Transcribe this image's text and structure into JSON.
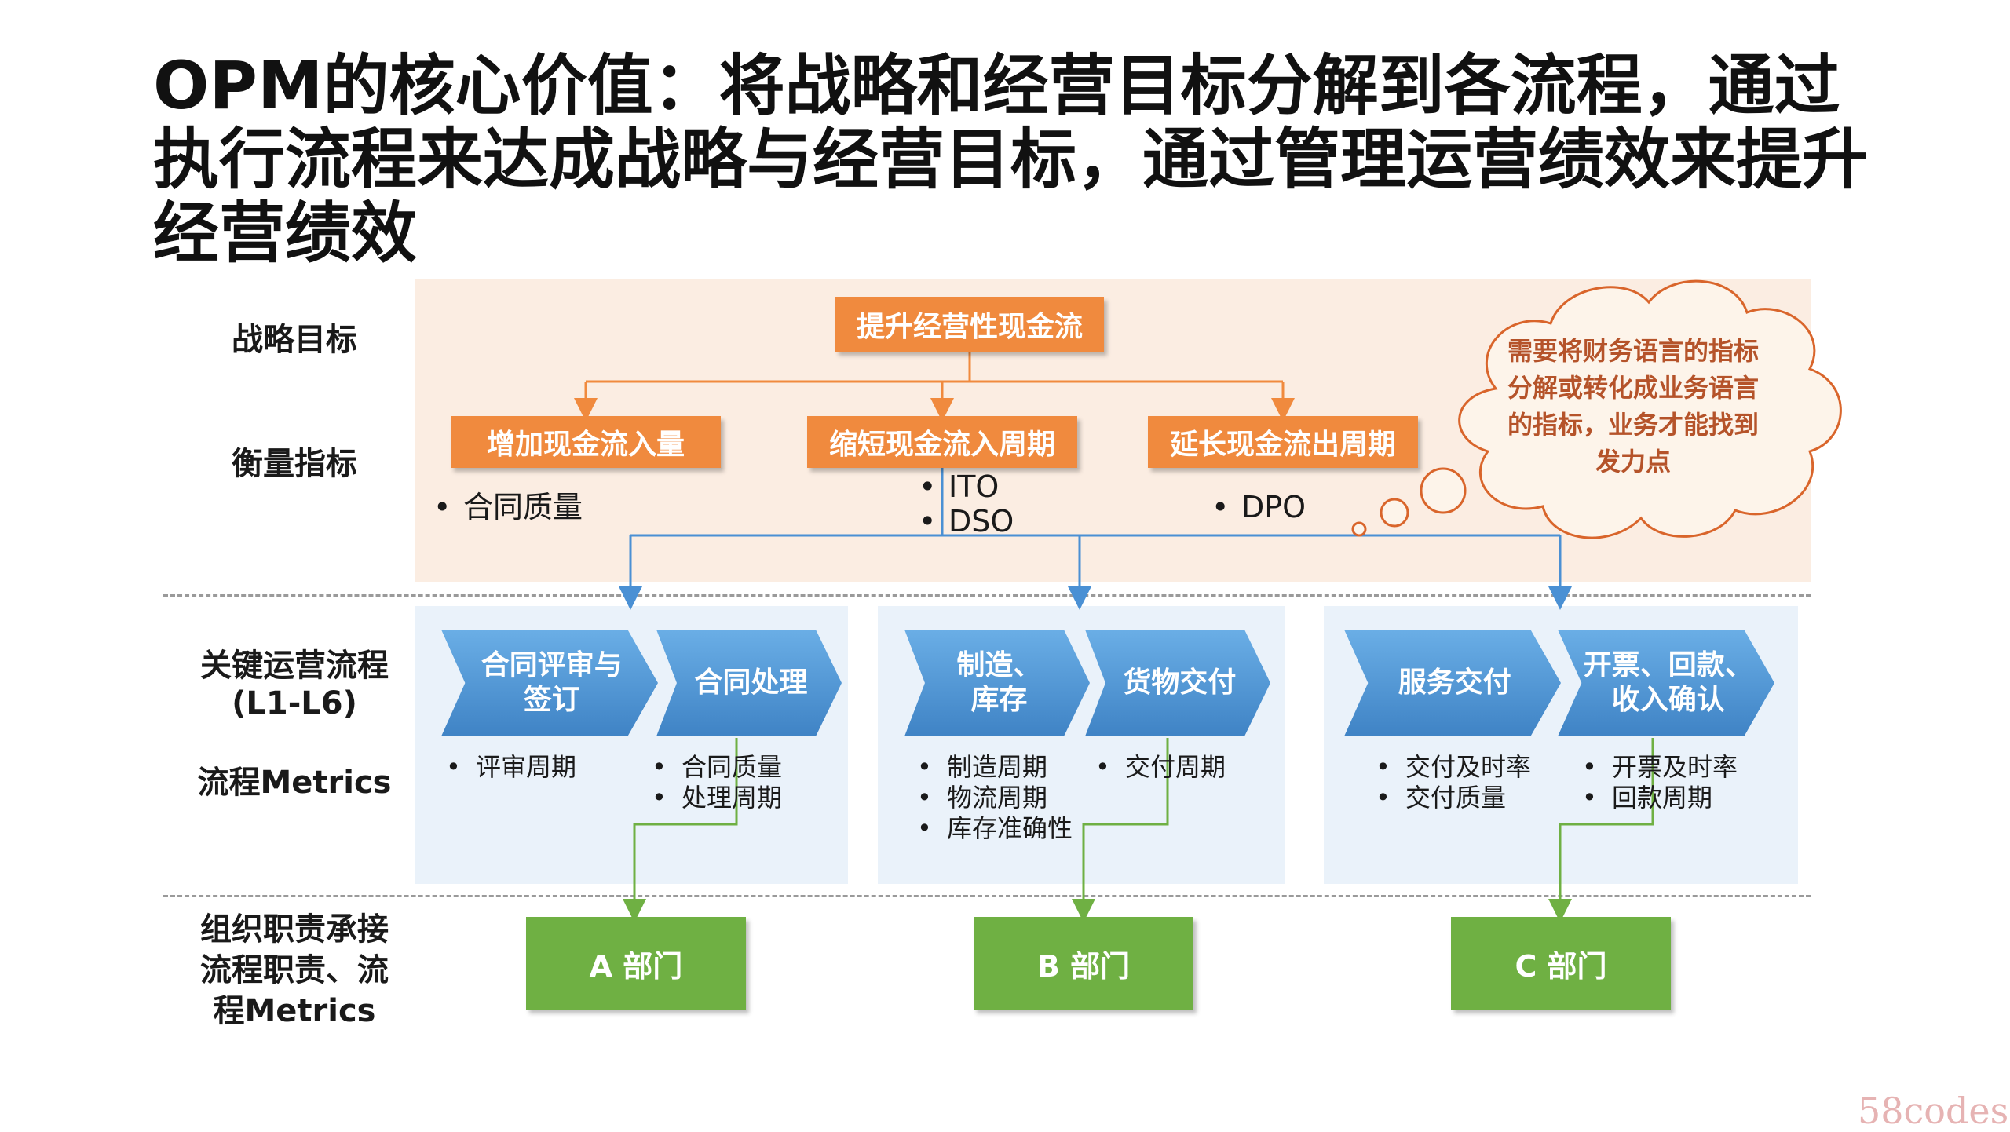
{
  "title": "OPM的核心价值：将战略和经营目标分解到各流程，通过执行流程来达成战略与经营目标，通过管理运营绩效来提升经营绩效",
  "row_labels": {
    "strategy": "战略目标",
    "measure": "衡量指标",
    "process": "关键运营流程\n(L1-L6)",
    "metrics": "流程Metrics",
    "org": "组织职责承接\n流程职责、流\n程Metrics"
  },
  "strategy_goal": "提升经营性现金流",
  "measures": [
    {
      "label": "增加现金流入量",
      "bullets": [
        "合同质量"
      ]
    },
    {
      "label": "缩短现金流入周期",
      "bullets": [
        "ITO",
        "DSO"
      ]
    },
    {
      "label": "延长现金流出周期",
      "bullets": [
        "DPO"
      ]
    }
  ],
  "cloud_text": "需要将财务语言的指标分解或转化成业务语言的指标，业务才能找到发力点",
  "process_groups": [
    {
      "processes": [
        {
          "label": "合同评审与\n签订",
          "metrics": [
            "评审周期"
          ]
        },
        {
          "label": "合同处理",
          "metrics": [
            "合同质量",
            "处理周期"
          ]
        }
      ]
    },
    {
      "processes": [
        {
          "label": "制造、\n库存",
          "metrics": [
            "制造周期",
            "物流周期",
            "库存准确性"
          ]
        },
        {
          "label": "货物交付",
          "metrics": [
            "交付周期"
          ]
        }
      ]
    },
    {
      "processes": [
        {
          "label": "服务交付",
          "metrics": [
            "交付及时率",
            "交付质量"
          ]
        },
        {
          "label": "开票、回款、\n收入确认",
          "metrics": [
            "开票及时率",
            "回款周期"
          ]
        }
      ]
    }
  ],
  "departments": [
    "A 部门",
    "B 部门",
    "C 部门"
  ],
  "watermark": "58codes",
  "colors": {
    "orange": "#f08a3e",
    "blue": "#4a90d4",
    "green": "#6fb043",
    "cloud_text": "#b5532a"
  }
}
